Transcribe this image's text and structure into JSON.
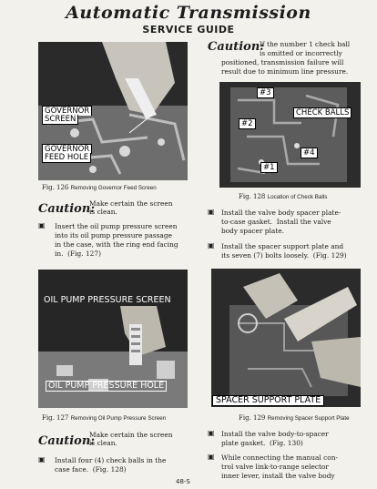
{
  "header": {
    "title": "Automatic Transmission",
    "subtitle": "SERVICE GUIDE"
  },
  "figures": {
    "fig126": {
      "callouts": [
        "GOVERNOR",
        "SCREEN",
        "GOVERNOR",
        "FEED HOLE"
      ],
      "caption_num": "Fig. 126",
      "caption_text": "Removing Governor Feed Screen"
    },
    "fig127": {
      "callouts": [
        "OIL PUMP PRESSURE SCREEN",
        "OIL PUMP PRESSURE HOLE"
      ],
      "caption_num": "Fig. 127",
      "caption_text": "Removing Oil Pump Pressure Screen"
    },
    "fig128": {
      "callouts": [
        "#3",
        "#2",
        "CHECK BALLS",
        "#4",
        "#1"
      ],
      "caption_num": "Fig. 128",
      "caption_text": "Location of Check Balls"
    },
    "fig129": {
      "callouts": [
        "SPACER SUPPORT PLATE"
      ],
      "caption_num": "Fig. 129",
      "caption_text": "Removing Spacer Support Plate"
    }
  },
  "left_column": {
    "caution1_word": "Caution:",
    "caution1_lines": [
      "Make certain the screen",
      "is clean."
    ],
    "step1_lines": [
      "Insert the oil pump pressure screen",
      "into its oil pump pressure passage",
      "in the case, with the ring end facing",
      "in.  (Fig. 127)"
    ],
    "caution2_word": "Caution:",
    "caution2_lines": [
      "Make certain the screen",
      "is clean."
    ],
    "step2_lines": [
      "Install four (4) check balls in the",
      "case face.  (Fig. 128)"
    ]
  },
  "right_column": {
    "caution_word": "Caution:",
    "caution_lines": [
      "If the number 1 check ball",
      "is omitted or incorrectly",
      "positioned, transmission failure will",
      "result due to minimum line pressure."
    ],
    "step1_lines": [
      "Install the valve body spacer plate-",
      "to-case gasket.  Install the valve",
      "body spacer plate."
    ],
    "step2_lines": [
      "Install the spacer support plate and",
      "its seven (7) bolts loosely.  (Fig. 129)"
    ],
    "step3_lines": [
      "Install the valve body-to-spacer",
      "plate gasket.  (Fig. 130)"
    ],
    "step4_lines": [
      "While connecting the manual con-",
      "trol valve link-to-range selector",
      "inner lever, install the valve body"
    ]
  },
  "footer": {
    "page_number": "48-S"
  },
  "icons": {
    "bullet": "checkbox-bullet-icon"
  }
}
